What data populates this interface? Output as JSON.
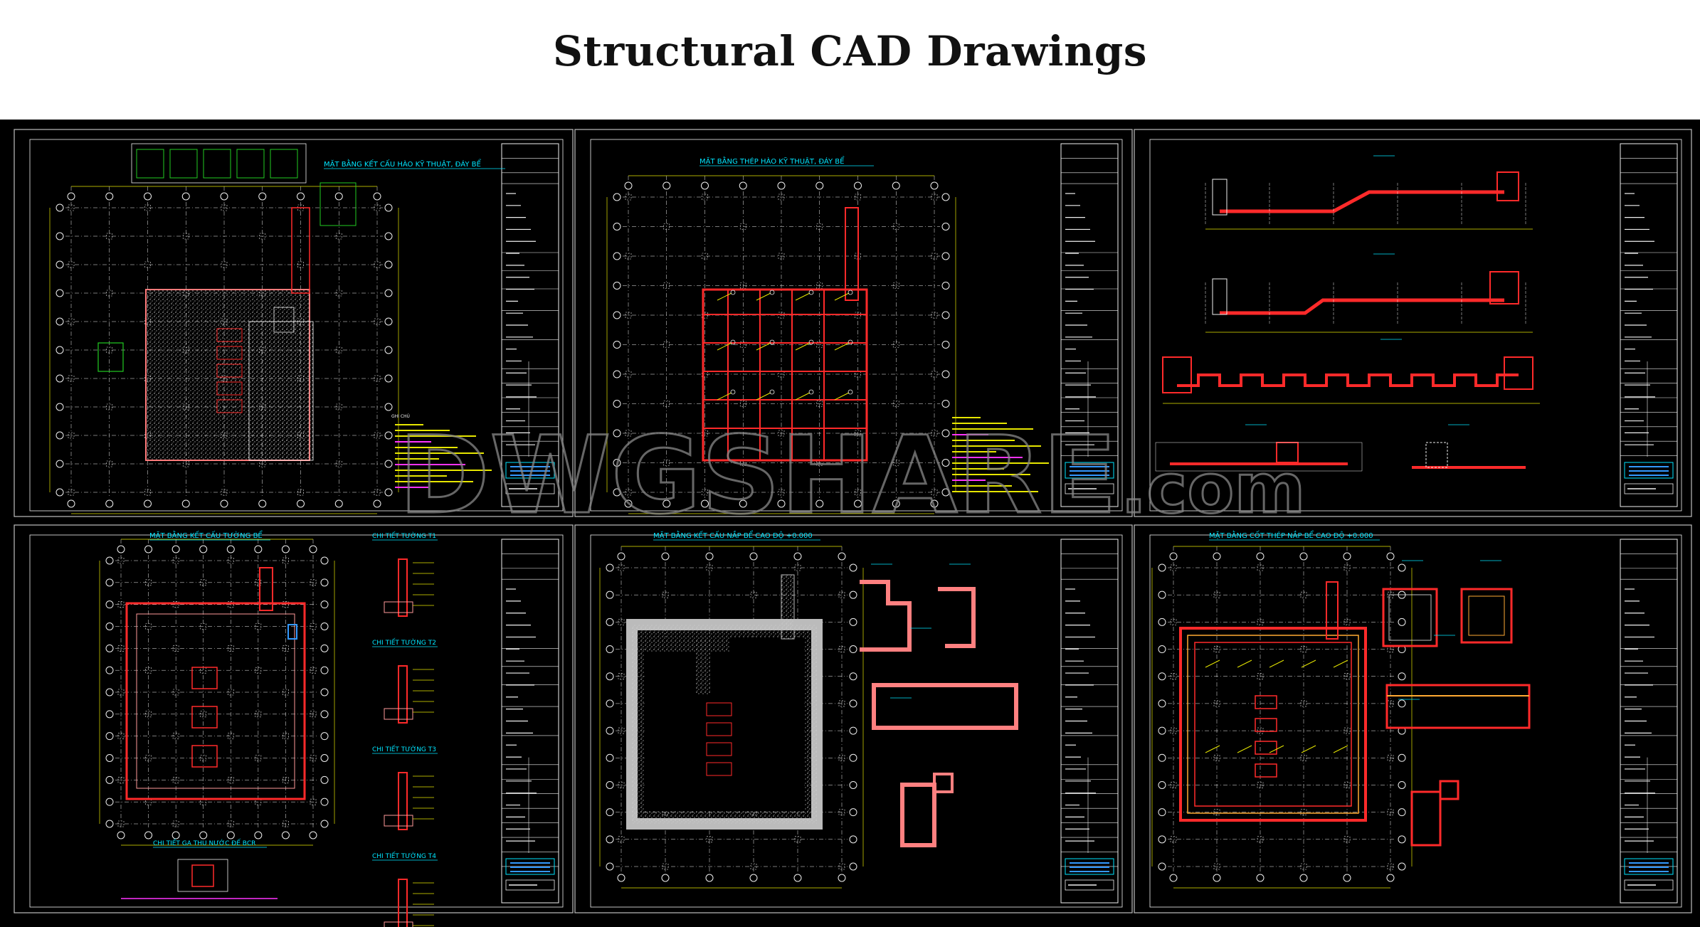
{
  "title": "Structural CAD Drawings",
  "watermark": {
    "main": "DWGSHARE",
    "suffix": ".com"
  },
  "sheets": [
    {
      "heading": "MẶT BẰNG KẾT CẤU HÀO KỸ THUẬT, ĐÁY BỂ"
    },
    {
      "heading": "MẶT BẰNG THÉP HÀO KỸ THUẬT, ĐÁY BỂ"
    },
    {
      "sections": [
        "A - A",
        "B - B",
        "C - C",
        "D - D",
        "E - E"
      ]
    },
    {
      "heading": "MẶT BẰNG KẾT CẤU TƯỜNG BỂ",
      "details": [
        "CHI TIẾT TƯỜNG T1",
        "CHI TIẾT TƯỜNG T2",
        "CHI TIẾT TƯỜNG T3",
        "CHI TIẾT TƯỜNG T4"
      ],
      "sub": "CHI TIẾT GA THU NƯỚC ĐẾ BCR"
    },
    {
      "heading": "MẶT BẰNG KẾT CẤU NẮP BỂ CAO ĐỘ +0.000",
      "sections": [
        "A - A",
        "B - B",
        "C - C",
        "D - D"
      ]
    },
    {
      "heading": "MẶT BẰNG CỐT THÉP NẮP BỂ CAO ĐỘ +0.000",
      "sections": [
        "A - A",
        "B - B",
        "C - C",
        "D - D"
      ]
    }
  ],
  "colors": {
    "background": "#000000",
    "yellow": "#e6e600",
    "red": "#ff2a2a",
    "cyan": "#00e5ff",
    "white": "#f0f0f0",
    "green": "#22cc22",
    "magenta": "#ff33ff",
    "frame": "#c8c8c8"
  }
}
